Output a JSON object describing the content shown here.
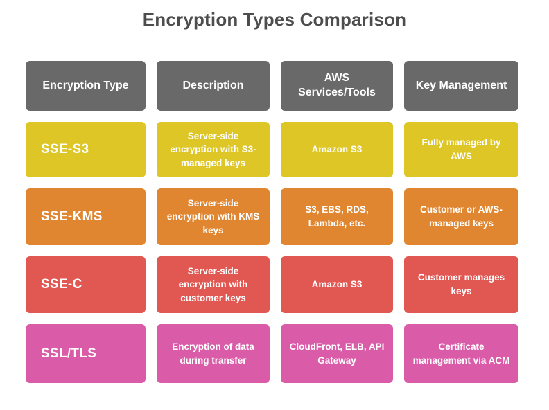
{
  "title": "Encryption Types Comparison",
  "colors": {
    "page_bg": "#ffffff",
    "title_text": "#4d4d4d",
    "header_bg": "#696969",
    "cell_text": "#ffffff",
    "row_yellow": "#ddc625",
    "row_orange": "#e08631",
    "row_red": "#e15853",
    "row_pink": "#da5ba8"
  },
  "table": {
    "headers": [
      "Encryption Type",
      "Description",
      "AWS Services/Tools",
      "Key Management"
    ],
    "rows": [
      {
        "name": "SSE-S3",
        "color": "#ddc625",
        "cells": [
          "SSE-S3",
          "Server-side encryption with S3-managed keys",
          "Amazon S3",
          "Fully managed by AWS"
        ]
      },
      {
        "name": "SSE-KMS",
        "color": "#e08631",
        "cells": [
          "SSE-KMS",
          "Server-side encryption with KMS keys",
          "S3, EBS, RDS, Lambda, etc.",
          "Customer or AWS-managed keys"
        ]
      },
      {
        "name": "SSE-C",
        "color": "#e15853",
        "cells": [
          "SSE-C",
          "Server-side encryption with customer keys",
          "Amazon S3",
          "Customer manages keys"
        ]
      },
      {
        "name": "SSL/TLS",
        "color": "#da5ba8",
        "cells": [
          "SSL/TLS",
          "Encryption of data during transfer",
          "CloudFront, ELB, API Gateway",
          "Certificate management via ACM"
        ]
      }
    ]
  }
}
